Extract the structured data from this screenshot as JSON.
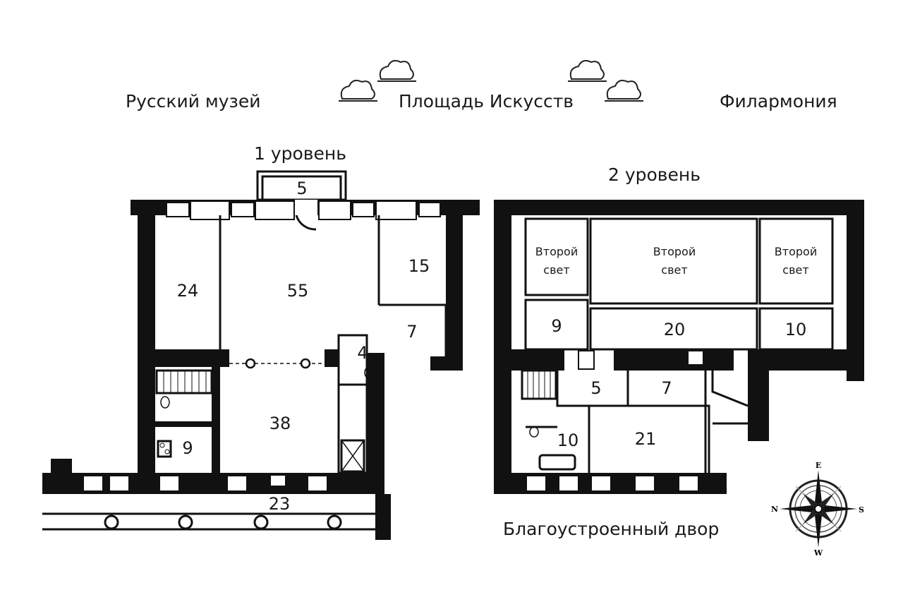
{
  "landmarks": {
    "left": "Русский музей",
    "center": "Площадь Искусств",
    "right": "Филармония",
    "bottom": "Благоустроенный двор"
  },
  "level1": {
    "title": "1 уровень",
    "rooms": [
      "5",
      "24",
      "55",
      "15",
      "7",
      "4",
      "38",
      "9",
      "23"
    ]
  },
  "level2": {
    "title": "2 уровень",
    "second_light": "Второй свет",
    "second_light_line1": "Второй",
    "second_light_line2": "свет",
    "rooms": [
      "9",
      "20",
      "10",
      "5",
      "7",
      "10",
      "21"
    ]
  },
  "compass": {
    "n": "N",
    "e": "E",
    "s": "S",
    "w": "W"
  },
  "icons": [
    "tree-icon",
    "compass-rose-icon",
    "stairs-icon",
    "toilet-icon",
    "bathtub-icon",
    "stove-icon"
  ]
}
